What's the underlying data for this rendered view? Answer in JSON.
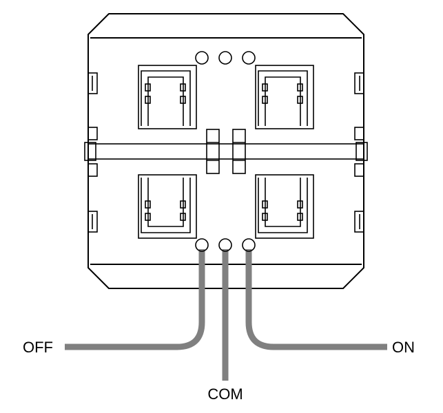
{
  "labels": {
    "off": "OFF",
    "com": "COM",
    "on": "ON"
  },
  "colors": {
    "outline": "#000000",
    "wire": "#808080",
    "background": "#ffffff"
  }
}
